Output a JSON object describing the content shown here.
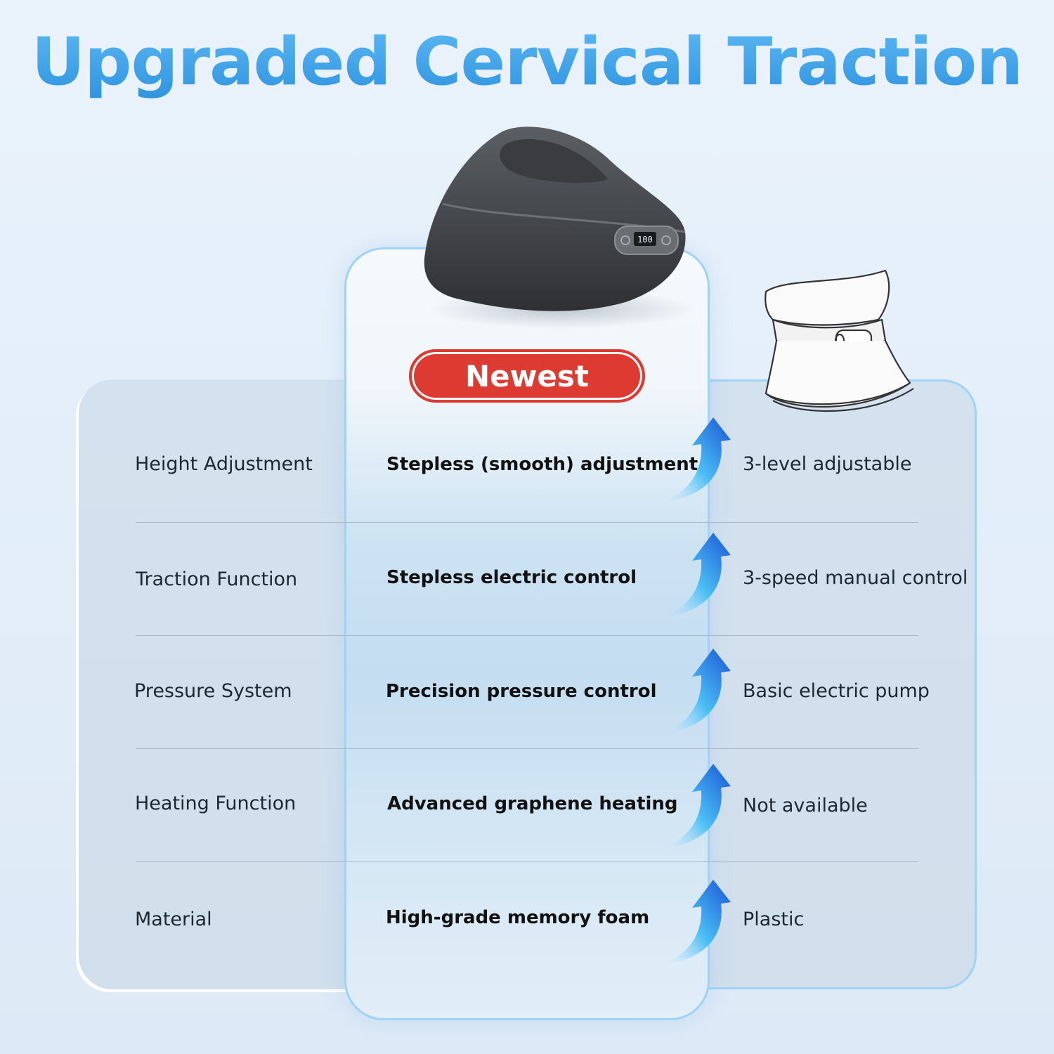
{
  "title": "Upgraded Cervical Traction",
  "badge": "Newest",
  "rows": [
    {
      "feature": "Height Adjustment",
      "upgraded": "Stepless (smooth) adjustment",
      "basic": "3-level adjustable"
    },
    {
      "feature": "Traction Function",
      "upgraded": "Stepless electric control",
      "basic": "3-speed manual control"
    },
    {
      "feature": "Pressure System",
      "upgraded": "Precision pressure control",
      "basic": "Basic electric pump"
    },
    {
      "feature": "Heating Function",
      "upgraded": "Advanced graphene heating",
      "basic": "Not available"
    },
    {
      "feature": "Material",
      "upgraded": "High-grade memory foam",
      "basic": "Plastic"
    }
  ],
  "device_display": "100",
  "icons": {
    "arrow": "upward-arrow-icon",
    "device": "neck-traction-device-image",
    "collar": "inflatable-neck-collar-image"
  },
  "colors": {
    "title": "#2f9ce6",
    "badge": "#dd3a31",
    "arrow": "#1f6fe0"
  }
}
